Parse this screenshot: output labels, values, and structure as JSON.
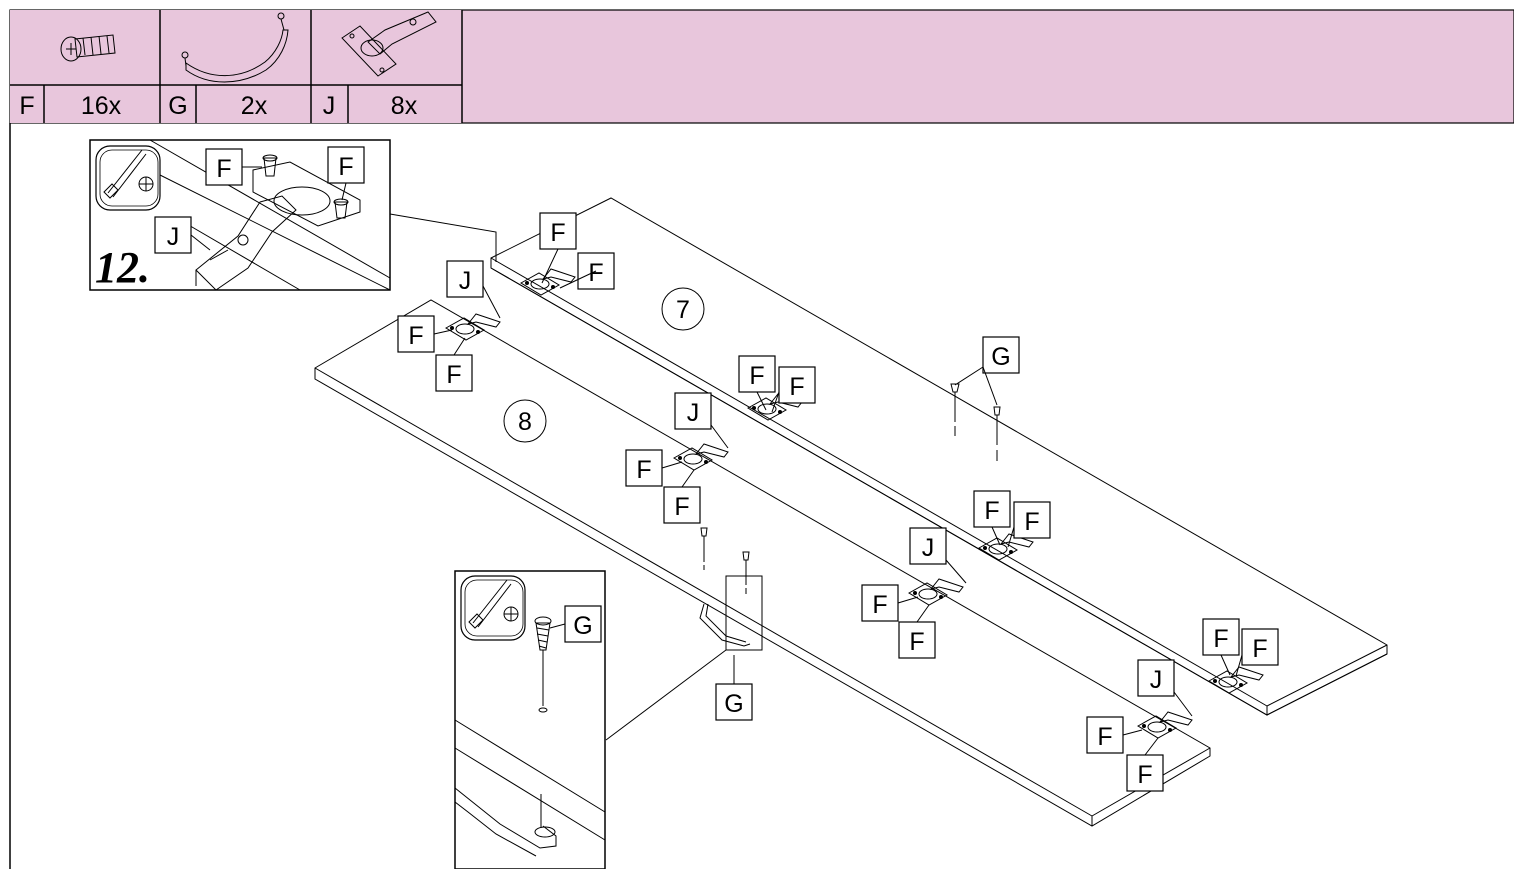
{
  "parts": [
    {
      "letter": "F",
      "qty": "16x",
      "icon": "screw-icon"
    },
    {
      "letter": "G",
      "qty": "2x",
      "icon": "handle-icon"
    },
    {
      "letter": "J",
      "qty": "8x",
      "icon": "hinge-icon"
    }
  ],
  "header": {
    "background": "#e8c6dc"
  },
  "detail_top": {
    "step": "12.",
    "tool_icon": "screwdriver-icon",
    "labels": [
      "F",
      "F",
      "J"
    ]
  },
  "detail_bottom": {
    "tool_icon": "screwdriver-icon",
    "label": "G"
  },
  "panels": [
    {
      "number": "7"
    },
    {
      "number": "8"
    }
  ],
  "callouts": {
    "hinge_1": {
      "f1": "F",
      "f2": "F",
      "j": "J",
      "f3": "F",
      "f4": "F"
    },
    "hinge_2": {
      "f1": "F",
      "f2": "F",
      "j": "J",
      "f3": "F",
      "f4": "F"
    },
    "hinge_3": {
      "f1": "F",
      "f2": "F",
      "j": "J",
      "f3": "F",
      "f4": "F"
    },
    "hinge_4": {
      "f1": "F",
      "f2": "F",
      "j": "J",
      "f3": "F",
      "f4": "F"
    },
    "handle_top": "G",
    "handle_bottom": "G"
  }
}
